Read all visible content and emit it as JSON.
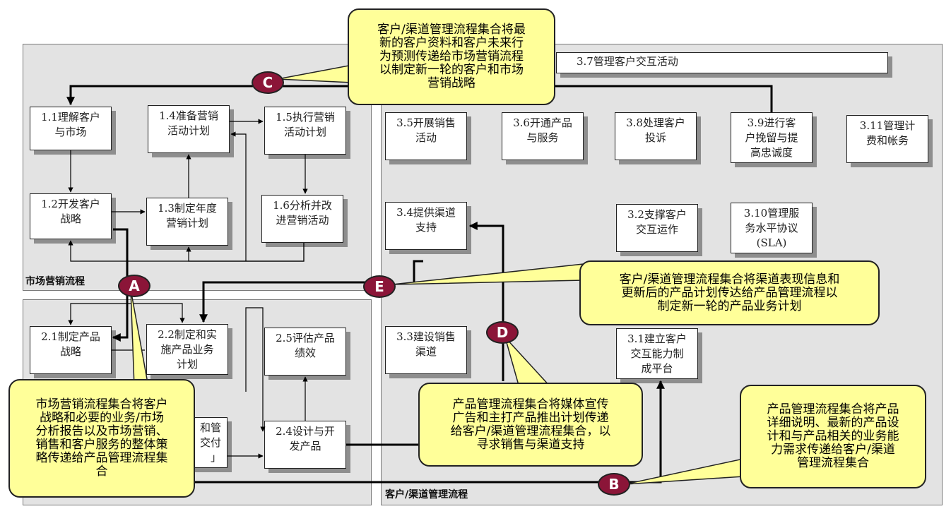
{
  "panels": {
    "marketing": "市场营销流程",
    "product": "",
    "customer": "客户/渠道管理流程"
  },
  "boxes": {
    "b1_1": "1.1理解客户\n与市场",
    "b1_2": "1.2开发客户\n战略",
    "b1_3": "1.3制定年度\n营销计划",
    "b1_4": "1.4准备营销\n活动计划",
    "b1_5": "1.5执行营销\n活动计划",
    "b1_6": "1.6分析并改\n进营销活动",
    "b2_1": "2.1制定产品\n战略",
    "b2_2": "2.2制定和实\n施产品业务\n计划",
    "b2_3": "和管\n交付\n」",
    "b2_4": "2.4设计与开\n发产品",
    "b2_5": "2.5评估产品\n绩效",
    "b3_1": "3.1建立客户\n交互能力制\n成平台",
    "b3_2": "3.2支撑客户\n交互运作",
    "b3_3": "3.3建设销售\n渠道",
    "b3_4": "3.4提供渠道\n支持",
    "b3_5": "3.5开展销售\n活动",
    "b3_6": "3.6开通产品\n与服务",
    "b3_7": "3.7管理客户交互活动",
    "b3_8": "3.8处理客户\n投诉",
    "b3_9": "3.9进行客\n户挽留与提\n高忠诚度",
    "b3_10": "3.10管理服\n务水平协议\n(SLA)",
    "b3_11": "3.11管理计\n费和帐务"
  },
  "markers": {
    "a": "A",
    "b": "B",
    "c": "C",
    "d": "D",
    "e": "E"
  },
  "callouts": {
    "a": "市场营销流程集合将客户\n战略和必要的业务/市场\n分析报告以及市场营销、\n销售和客户服务的整体策\n略传递给产品管理流程集\n合",
    "b": "产品管理流程集合将产品\n详细说明、最新的产品设\n计和与产品相关的业务能\n力需求传递给客户/渠道\n管理流程集合",
    "c": "客户/渠道管理流程集合将最\n新的客户资料和客户未来行\n为预测传递给市场营销流程\n以制定新一轮的客户和市场\n营销战略",
    "d": "产品管理流程集合将媒体宣传\n广告和主打产品推出计划传递\n给客户/渠道管理流程集合，以\n寻求销售与渠道支持",
    "e": "客户/渠道管理流程集合将渠道表现信息和\n更新后的产品计划传达给产品管理流程以\n制定新一轮的产品业务计划"
  }
}
